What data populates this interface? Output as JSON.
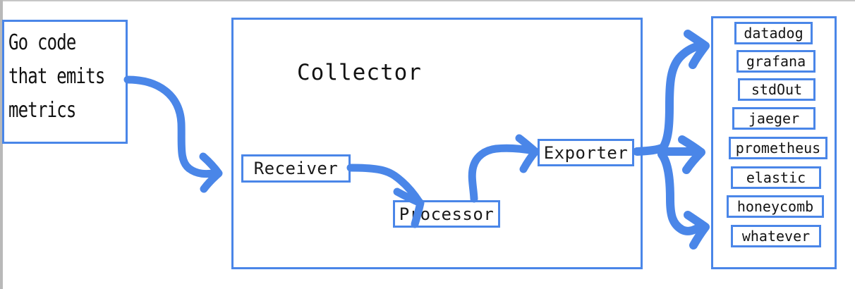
{
  "diagram": {
    "title": "OpenTelemetry Collector pipeline",
    "accent_color": "#4a86e8",
    "text_color": "#141414",
    "background": "#ffffff"
  },
  "source": {
    "label": "Go code\nthat emits\nmetrics",
    "line1": "Go code",
    "line2": "that emits",
    "line3": "metrics"
  },
  "collector": {
    "title": "Collector",
    "stages": [
      {
        "id": "receiver",
        "label": "Receiver"
      },
      {
        "id": "processor",
        "label": "Processor"
      },
      {
        "id": "exporter",
        "label": "Exporter"
      }
    ]
  },
  "backends": {
    "items": [
      {
        "label": "datadog"
      },
      {
        "label": "grafana"
      },
      {
        "label": "stdOut"
      },
      {
        "label": "jaeger"
      },
      {
        "label": "prometheus"
      },
      {
        "label": "elastic"
      },
      {
        "label": "honeycomb"
      },
      {
        "label": "whatever"
      }
    ]
  },
  "arrows": {
    "source_to_receiver": "curved arrow from Go code box into Receiver",
    "receiver_to_processor": "curved arrow from Receiver down into Processor",
    "processor_to_exporter": "curved arrow from Processor up into Exporter",
    "exporter_fanout": "three arrows fanning out from Exporter to the backends panel"
  }
}
